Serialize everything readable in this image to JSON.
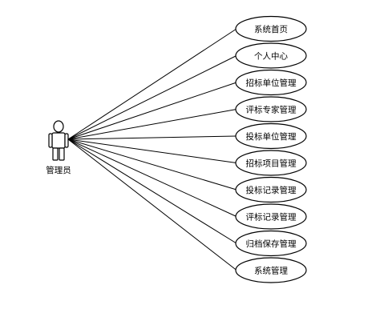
{
  "actor": {
    "label": "管理员"
  },
  "use_cases": [
    {
      "label": "系统首页"
    },
    {
      "label": "个人中心"
    },
    {
      "label": "招标单位管理"
    },
    {
      "label": "评标专家管理"
    },
    {
      "label": "投标单位管理"
    },
    {
      "label": "招标项目管理"
    },
    {
      "label": "投标记录管理"
    },
    {
      "label": "评标记录管理"
    },
    {
      "label": "归档保存管理"
    },
    {
      "label": "系统管理"
    }
  ]
}
